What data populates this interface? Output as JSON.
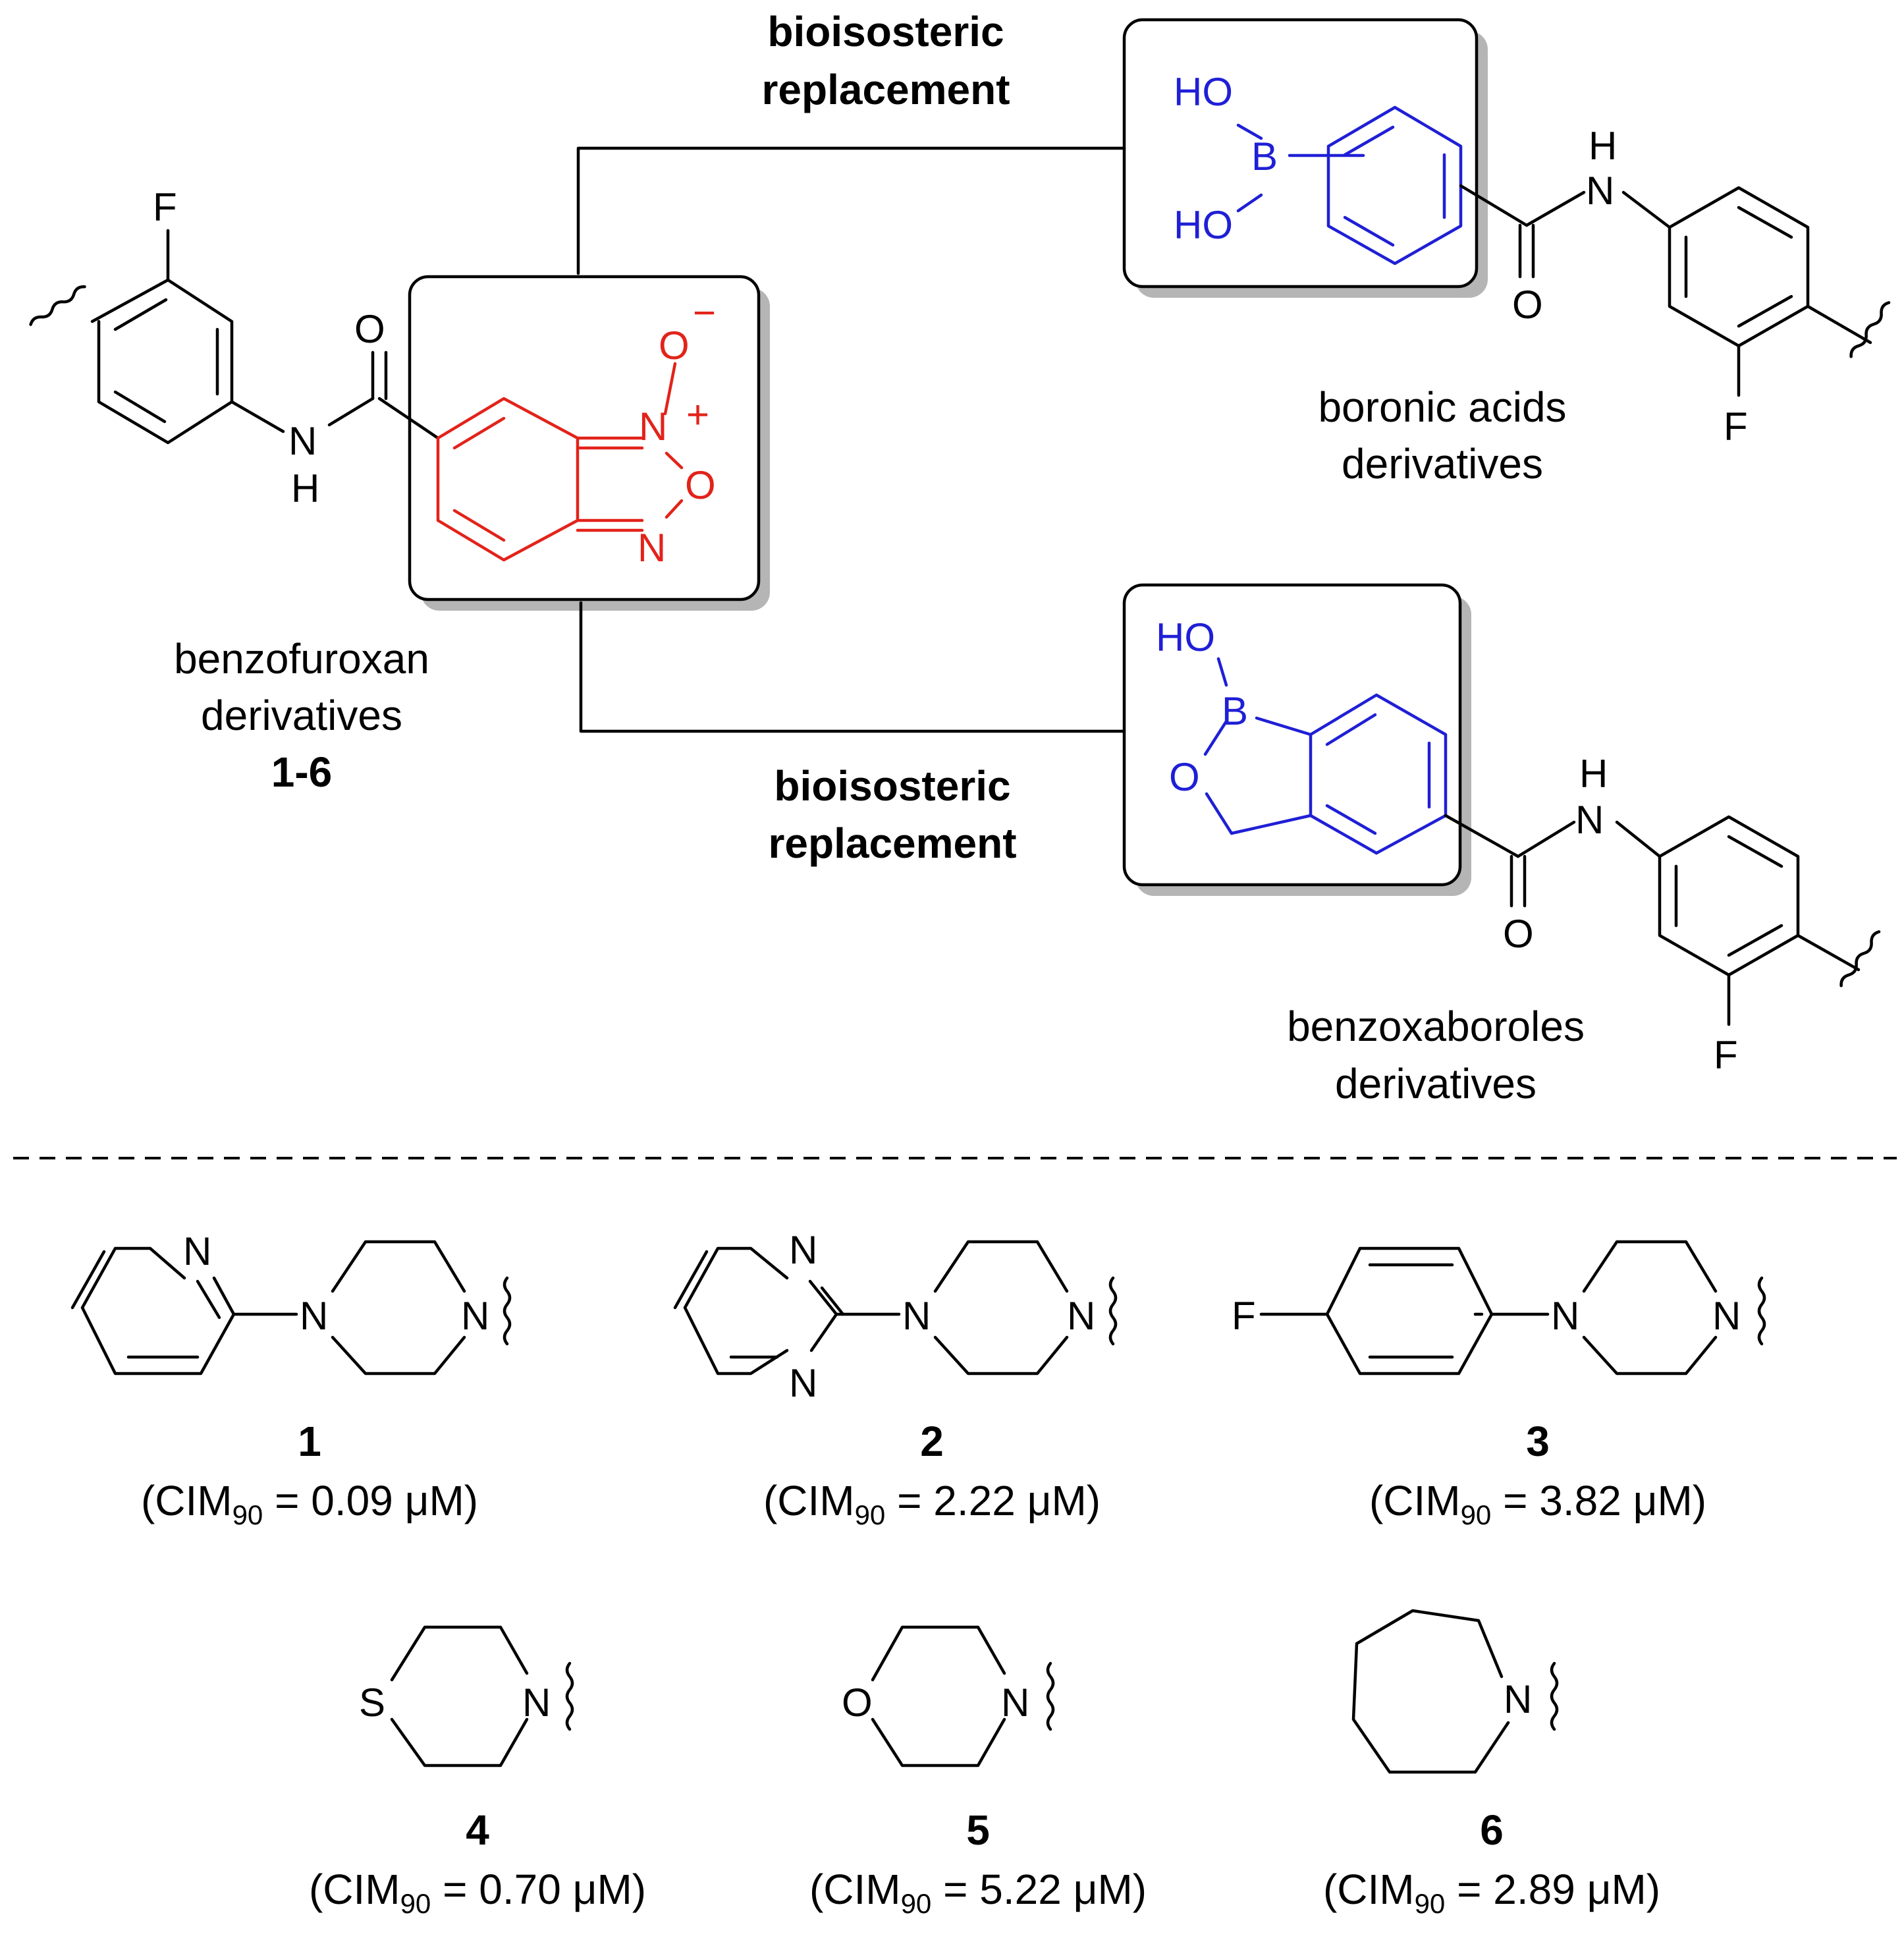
{
  "colors": {
    "benzofuroxan": "#e2231a",
    "boron": "#1f1fd6",
    "bond": "#000000",
    "box_shadow": "#b5b5b5"
  },
  "top": {
    "replacement_upper": [
      "bioisosteric",
      "replacement"
    ],
    "replacement_lower": [
      "bioisosteric",
      "replacement"
    ],
    "benzofuroxan_label": [
      "benzofuroxan",
      "derivatives"
    ],
    "benzofuroxan_numbers": "1-6",
    "boronic_label": [
      "boronic acids",
      "derivatives"
    ],
    "benzoxaborole_label": [
      "benzoxaboroles",
      "derivatives"
    ]
  },
  "atoms": {
    "F": "F",
    "O": "O",
    "N": "N",
    "H": "H",
    "B": "B",
    "S": "S",
    "HO": "HO",
    "O_minus": "−",
    "N_plus": "+"
  },
  "compounds": [
    {
      "number": "1",
      "activity": [
        "(CIM",
        "90",
        " = 0.09 ",
        "μ",
        "M)"
      ],
      "substituent": "2-pyridylpiperazine"
    },
    {
      "number": "2",
      "activity": [
        "(CIM",
        "90",
        " = 2.22 ",
        "μ",
        "M)"
      ],
      "substituent": "2-pyrimidinylpiperazine"
    },
    {
      "number": "3",
      "activity": [
        "(CIM",
        "90",
        " = 3.82 ",
        "μ",
        "M)"
      ],
      "substituent": "4-fluorophenylpiperazine"
    },
    {
      "number": "4",
      "activity": [
        "(CIM",
        "90",
        " = 0.70 ",
        "μ",
        "M)"
      ],
      "substituent": "thiomorpholine"
    },
    {
      "number": "5",
      "activity": [
        "(CIM",
        "90",
        " = 5.22 ",
        "μ",
        "M)"
      ],
      "substituent": "morpholine"
    },
    {
      "number": "6",
      "activity": [
        "(CIM",
        "90",
        " = 2.89 ",
        "μ",
        "M)"
      ],
      "substituent": "azepane"
    }
  ]
}
